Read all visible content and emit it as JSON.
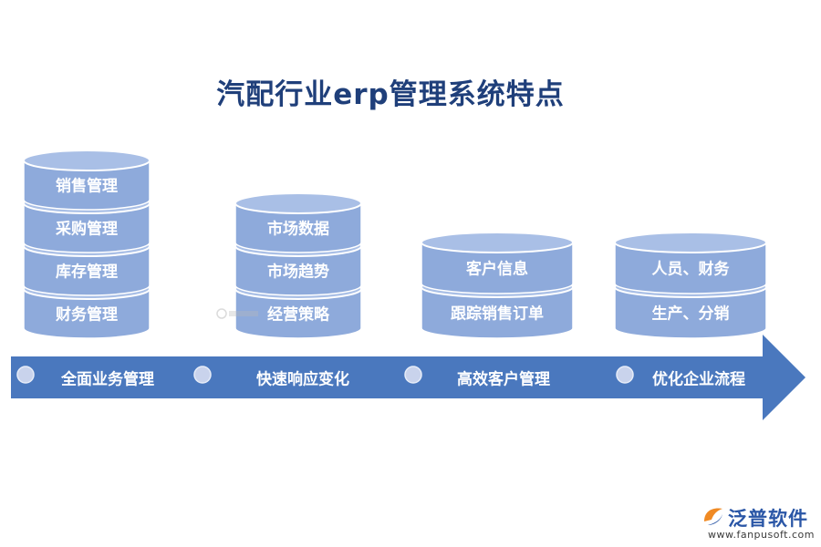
{
  "title": "汽配行业erp管理系统特点",
  "stacks": [
    {
      "labels": [
        "销售管理",
        "采购管理",
        "库存管理",
        "财务管理"
      ]
    },
    {
      "labels": [
        "市场数据",
        "市场趋势",
        "经营策略"
      ]
    },
    {
      "labels": [
        "客户信息",
        "跟踪销售订单"
      ]
    },
    {
      "labels": [
        "人员、财务",
        "生产、分销"
      ]
    }
  ],
  "arrow_items": [
    "全面业务管理",
    "快速响应变化",
    "高效客户管理",
    "优化企业流程"
  ],
  "logo": {
    "name": "泛普软件",
    "url": "www.fanpusoft.com"
  },
  "colors": {
    "title": "#1f3f7a",
    "disk_fill": "#8eaadb",
    "disk_top": "#a9bfe6",
    "arrow": "#4a78be",
    "dot": "#c9d3ec",
    "logo_orange": "#f08a24",
    "logo_blue": "#2a56a6"
  }
}
